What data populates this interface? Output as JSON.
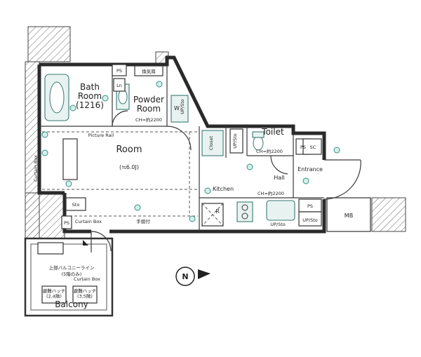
{
  "rooms": {
    "bath_room": "Bath\nRoom\n(1216)",
    "powder_room": "Powder\nRoom",
    "room": "Room",
    "room_size": "(≒6.0J)",
    "toilet": "Toilet",
    "entrance": "Entrance",
    "hall": "Hall",
    "kitchen": "Kitchen",
    "balcony": "Balcony",
    "mb": "MB"
  },
  "labels": {
    "ps_top": "PS",
    "ps_entrance": "PS",
    "ps_kitchen": "PS",
    "ps_balcony": "PS",
    "sc": "SC",
    "ln": "Ln",
    "w": "W",
    "r": "R",
    "sto": "Sto",
    "up_sto_left": "UP/Sto",
    "up_sto_bottom": "UP/Sto",
    "up_sto_right": "UP/Sto",
    "up_sto_closet": "UP/Sto",
    "closet": "Closet",
    "picture_rail": "Picture Rail",
    "curtain_box_left": "Curtain Box",
    "curtain_box_bottom": "Curtain Box",
    "curtain_box_balcony": "Curtain Box",
    "handrail": "手摺付",
    "ch_powder": "CH=約2200",
    "ch_toilet": "CH=約2200",
    "ch_kitchen": "CH=約2200",
    "ventilation": "換気扇",
    "balcony_line": "上部バルコニーライン",
    "balcony_line_sub": "(5階のみ)",
    "hatch_left": "避難ハッチ\n(2,4階)",
    "hatch_right": "避難ハッチ\n(3,5階)",
    "compass": "N"
  }
}
